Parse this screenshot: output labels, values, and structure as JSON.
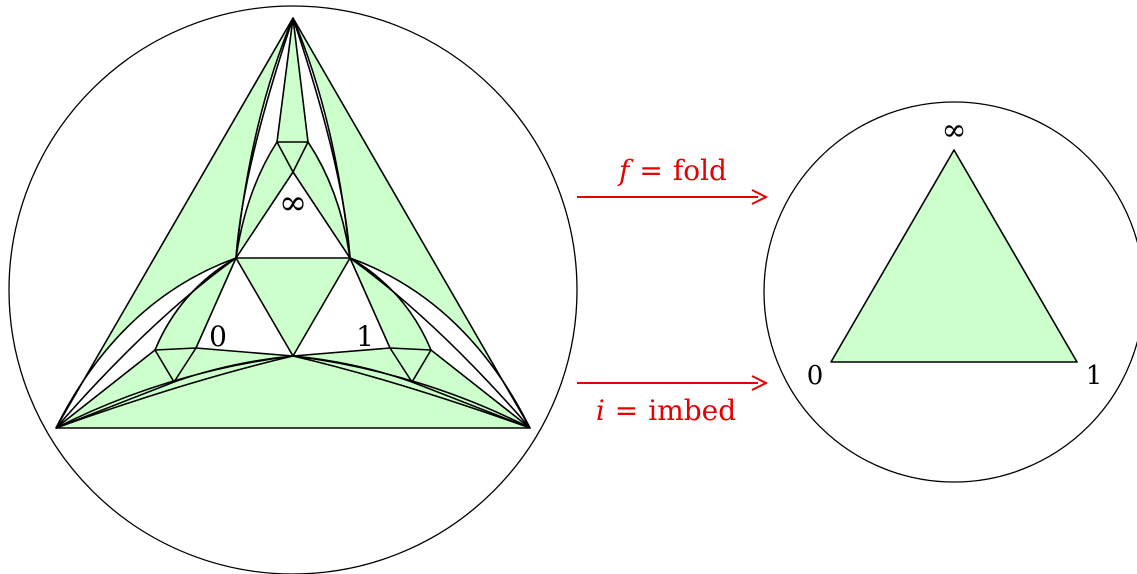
{
  "left_labels": {
    "infinity": "∞",
    "zero": "0",
    "one": "1"
  },
  "right_labels": {
    "infinity": "∞",
    "zero": "0",
    "one": "1"
  },
  "fold_arrow": {
    "var": "f",
    "eq": "=",
    "name": "fold"
  },
  "imbed_arrow": {
    "var": "i",
    "eq": "=",
    "name": "imbed"
  },
  "colors": {
    "region_fill": "#ccffcc",
    "arrow": "#e60000",
    "stroke": "#000000"
  }
}
